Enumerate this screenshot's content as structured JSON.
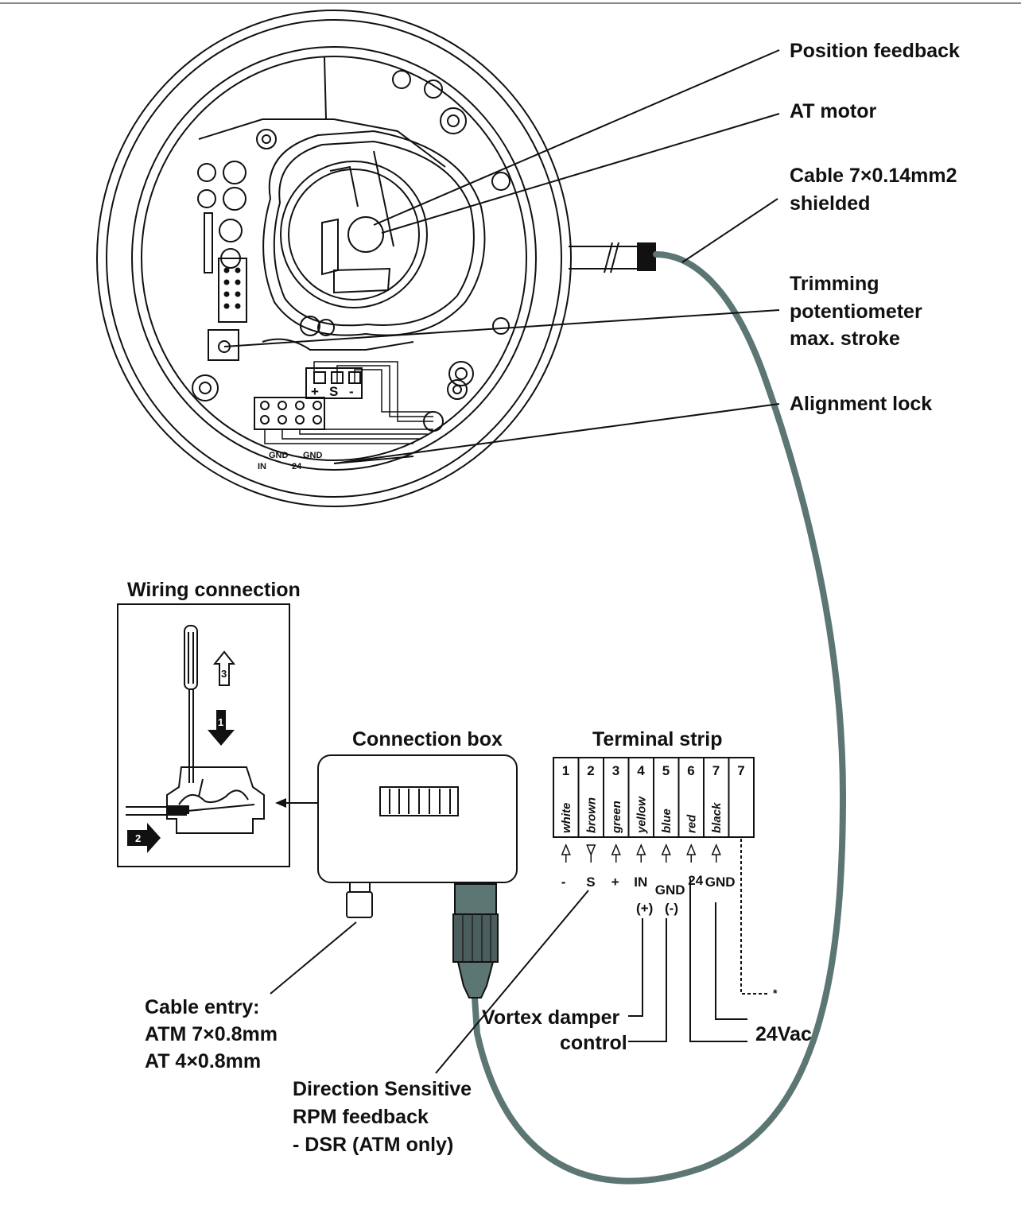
{
  "callouts": {
    "position_feedback": "Position feedback",
    "at_motor": "AT motor",
    "cable_line1": "Cable 7×0.14mm2",
    "cable_line2": "shielded",
    "trim_line1": "Trimming",
    "trim_line2": "potentiometer",
    "trim_line3": "max. stroke",
    "alignment_lock": "Alignment lock"
  },
  "actuator": {
    "pcb_plus": "+",
    "pcb_s": "S",
    "pcb_minus": "-",
    "pin_gnd_1": "GND",
    "pin_gnd_2": "GND",
    "pin_in": "IN",
    "pin_24": "24"
  },
  "wiring_connection": {
    "title": "Wiring connection",
    "step_1": "1",
    "step_2": "2",
    "step_3": "3"
  },
  "connection_box": {
    "title": "Connection box"
  },
  "terminal_strip": {
    "title": "Terminal strip",
    "terminals": [
      {
        "num": "1",
        "color": "white",
        "signal": "-"
      },
      {
        "num": "2",
        "color": "brown",
        "signal": "S"
      },
      {
        "num": "3",
        "color": "green",
        "signal": "+"
      },
      {
        "num": "4",
        "color": "yellow",
        "signal": "IN"
      },
      {
        "num": "5",
        "color": "blue",
        "signal": "GND"
      },
      {
        "num": "6",
        "color": "red",
        "signal": "24"
      },
      {
        "num": "7",
        "color": "black",
        "signal": "GND"
      },
      {
        "num": "7",
        "color": "",
        "signal": ""
      }
    ],
    "plus_paren": "(+)",
    "minus_paren": "(-)",
    "asterisk": "*"
  },
  "bottom_labels": {
    "cable_entry_1": "Cable entry:",
    "cable_entry_2": "ATM  7×0.8mm",
    "cable_entry_3": "AT    4×0.8mm",
    "vortex_1": "Vortex damper",
    "vortex_2": "control",
    "vac": "24Vac",
    "dsr_1": "Direction Sensitive",
    "dsr_2": "RPM feedback",
    "dsr_3": "- DSR (ATM only)"
  },
  "colors": {
    "cable": "#5c7673",
    "ink": "#111111"
  }
}
